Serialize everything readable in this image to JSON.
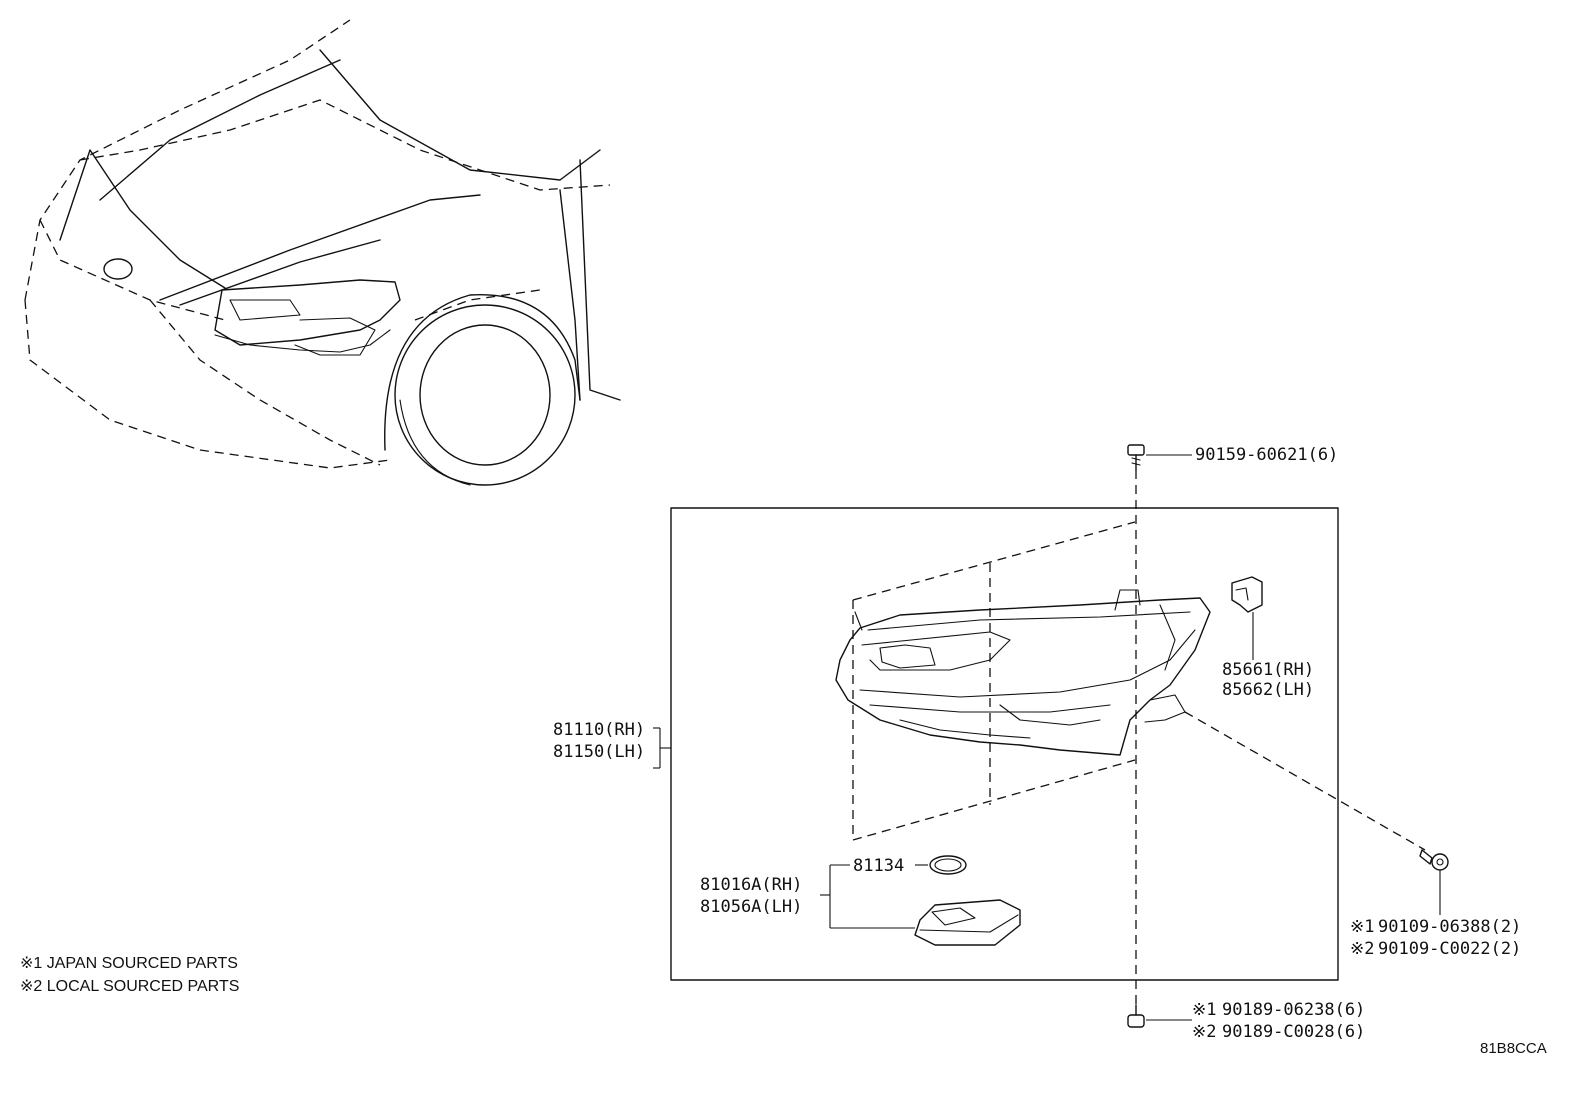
{
  "labels": {
    "bolt_top": "90159-60621(6)",
    "headlamp_rh": "81110(RH)",
    "headlamp_lh": "81150(LH)",
    "socket_rh": "85661(RH)",
    "socket_lh": "85662(LH)",
    "gasket": "81134",
    "computer_rh": "81016A(RH)",
    "computer_lh": "81056A(LH)",
    "screw_jp": "90109-06388(2)",
    "screw_local": "90109-C0022(2)",
    "bolt_jp": "90189-06238(6)",
    "bolt_local": "90189-C0028(6)",
    "mark1": "※1",
    "mark2": "※2"
  },
  "notes": {
    "note1": "※1 JAPAN SOURCED PARTS",
    "note2": "※2 LOCAL SOURCED PARTS"
  },
  "diagram_code": "81B8CCA",
  "colors": {
    "line": "#111111",
    "watermark": "#c8c8c8"
  }
}
